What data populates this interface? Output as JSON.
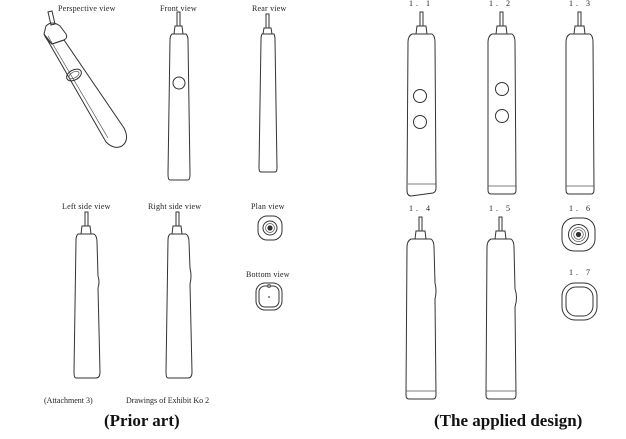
{
  "prior_art": {
    "labels": {
      "perspective": "Perspective view",
      "front": "Front view",
      "rear": "Rear view",
      "left_side": "Left side view",
      "right_side": "Right side view",
      "plan": "Plan view",
      "bottom": "Bottom view"
    },
    "attachment": "(Attachment 3)",
    "drawings": "Drawings of Exhibit Ko 2",
    "caption": "(Prior art)"
  },
  "applied_design": {
    "figures": [
      "1. 1",
      "1. 2",
      "1. 3",
      "1. 4",
      "1. 5",
      "1. 6",
      "1. 7"
    ],
    "caption": "(The applied design)"
  }
}
